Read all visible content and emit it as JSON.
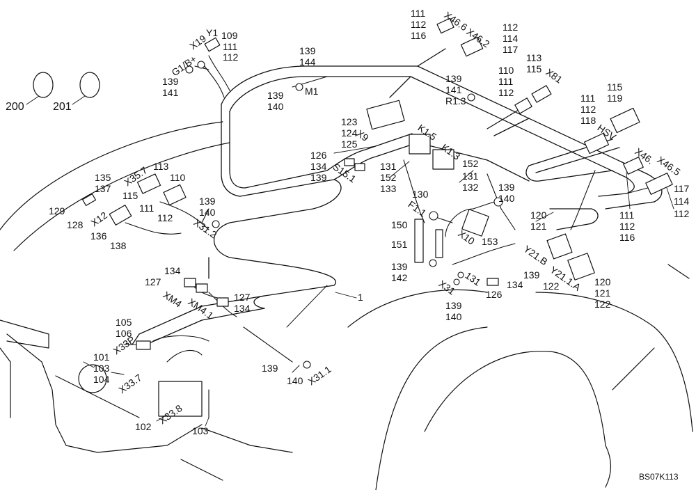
{
  "drawing_code": "BS07K113",
  "labels": {
    "l200": "200",
    "l201": "201",
    "lX19": "X19",
    "lY1": "Y1",
    "l109": "109",
    "l111a": "111",
    "l112a": "112",
    "lG1": "G1/B+",
    "l139a": "139",
    "l141a": "141",
    "l139b": "139",
    "l144": "144",
    "l139c": "139",
    "l140c": "140",
    "lM1": "M1",
    "l111b": "111",
    "l112b": "112",
    "l116b": "116",
    "lX46_6": "X46.6",
    "lX46_2": "X46.2",
    "l112c": "112",
    "l114c": "114",
    "l117c": "117",
    "l139d": "139",
    "l141d": "141",
    "lR13": "R1.3",
    "l113e": "113",
    "l115e": "115",
    "lX81": "X81",
    "l110e": "110",
    "l111e": "111",
    "l112e": "112",
    "l123": "123",
    "l124": "124",
    "lX9": "X9",
    "l125": "125",
    "l126f": "126",
    "l134f": "134",
    "l139f": "139",
    "lS151": "S15.1",
    "lK15": "K1.5",
    "lK13": "K1.3",
    "l131g": "131",
    "l152g": "152",
    "l133g": "133",
    "l152h": "152",
    "l131h": "131",
    "l132h": "132",
    "l130": "130",
    "lF11": "F1.1",
    "l139i": "139",
    "l140i": "140",
    "l111j": "111",
    "l112j": "112",
    "l118j": "118",
    "lHSV": "HSV",
    "l115k": "115",
    "l119k": "119",
    "lX46": "X46.",
    "lX46_5": "X46.5",
    "l117l": "117",
    "l114l": "114",
    "l112l": "112",
    "l111m": "111",
    "l112m": "112",
    "l116m": "116",
    "l120n": "120",
    "l121n": "121",
    "lX10": "X10",
    "l153": "153",
    "l150": "150",
    "l151": "151",
    "l139o": "139",
    "l142o": "142",
    "lY21B": "Y21.B",
    "lY21A": "Y21.1.A",
    "l122p": "122",
    "l120q": "120",
    "l121q": "121",
    "l122q": "122",
    "l139r": "139",
    "l131r": "131",
    "l134r": "134",
    "l126r": "126",
    "lX31": "X31",
    "l139s": "139",
    "l140s": "140",
    "l135": "135",
    "l137": "137",
    "lX35_7": "X35.7",
    "l113t": "113",
    "l110t": "110",
    "l115t": "115",
    "l111t": "111",
    "l112t": "112",
    "l129": "129",
    "l128": "128",
    "lX12": "X12",
    "l136": "136",
    "l138": "138",
    "l139u": "139",
    "l140u": "140",
    "lX31_2": "X31.2",
    "l134v": "134",
    "l127v": "127",
    "lXM4": "XM4",
    "lXM41": "XM4.1",
    "l127w": "127",
    "l134w": "134",
    "l1": "1",
    "l105": "105",
    "l106": "106",
    "lX33P": "X33P",
    "l101": "101",
    "l103x": "103",
    "l104": "104",
    "lX33_7": "X33.7",
    "l102": "102",
    "lX33_8": "X33.8",
    "l103y": "103",
    "l139z": "139",
    "l140z": "140",
    "lX31_1": "X31.1"
  }
}
